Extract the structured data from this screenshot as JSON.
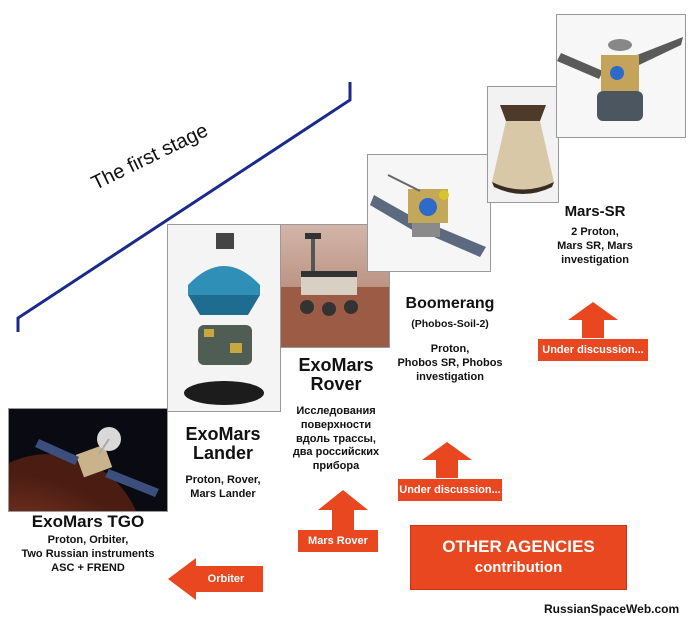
{
  "stage_label": "The first stage",
  "credit": "RussianSpaceWeb.com",
  "missions": [
    {
      "title": "ExoMars TGO",
      "desc_lines": [
        "Proton, Orbiter,",
        "Two Russian instruments",
        "ASC + FREND"
      ]
    },
    {
      "title_lines": [
        "ExoMars",
        "Lander"
      ],
      "desc_lines": [
        "Proton, Rover,",
        "Mars Lander"
      ]
    },
    {
      "title_lines": [
        "ExoMars",
        "Rover"
      ],
      "desc_lines": [
        "Исследования",
        "поверхности",
        "вдоль трассы,",
        "два российских",
        "прибора"
      ]
    },
    {
      "title": "Boomerang",
      "subtitle": "(Phobos-Soil-2)",
      "desc_lines": [
        "Proton,",
        "Phobos SR, Phobos",
        "investigation"
      ]
    },
    {
      "title": "Mars-SR",
      "desc_lines": [
        "2 Proton,",
        "Mars SR, Mars",
        "investigation"
      ]
    }
  ],
  "tags": {
    "orbiter": "Orbiter",
    "mars_rover": "Mars Rover",
    "under_discussion_1": "Under discussion...",
    "under_discussion_2": "Under discussion..."
  },
  "agencies": {
    "line1": "OTHER AGENCIES",
    "line2": "contribution"
  },
  "colors": {
    "accent": "#e8471f",
    "stage_line": "#1a2a8c"
  }
}
